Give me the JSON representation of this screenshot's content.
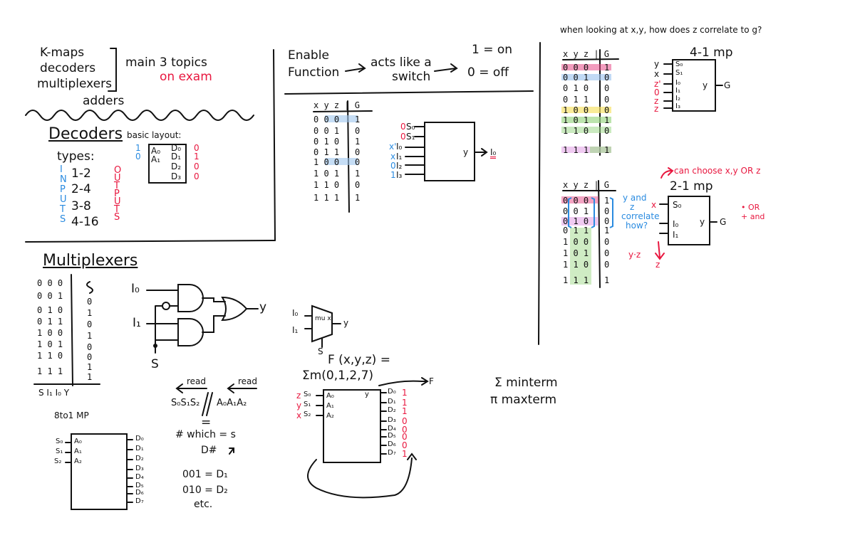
{
  "topics": {
    "items": [
      "K-maps",
      "decoders",
      "multiplexers",
      "adders"
    ],
    "label": "main 3 topics",
    "note": "on exam"
  },
  "decoders": {
    "title": "Decoders",
    "types_label": "types:",
    "types": [
      "1-2",
      "2-4",
      "3-8",
      "4-16"
    ],
    "inputs_word": "INPUTS",
    "outputs_word": "OUTPUTS",
    "layout_label": "basic layout:",
    "inputs": [
      "A₀",
      "A₁"
    ],
    "input_values": [
      "1",
      "0"
    ],
    "outputs": [
      "D₀",
      "D₁",
      "D₂",
      "D₃"
    ],
    "output_values": [
      "0",
      "1",
      "0",
      "0"
    ]
  },
  "enable": {
    "title_1": "Enable",
    "title_2": "Function",
    "acts_1": "acts like a",
    "acts_2": "switch",
    "on": "1 = on",
    "off": "0 = off",
    "table_header": "x y z | G",
    "rows": [
      "0 0 0",
      "0 0 1",
      "0 1 0",
      "0 1 1",
      "1 0 0",
      "1 0 1",
      "1 1 0",
      "1 1 1"
    ],
    "g": [
      "1",
      "0",
      "1",
      "0",
      "0",
      "1",
      "0",
      "1"
    ],
    "mux_select": [
      "S₀",
      "S₁"
    ],
    "mux_select_values": [
      "0",
      "0"
    ],
    "mux_inputs": [
      "I₀",
      "I₁",
      "I₂",
      "I₃"
    ],
    "mux_input_values": [
      "x'",
      "x",
      "0",
      "1"
    ],
    "mux_output": "y",
    "result": "I₀"
  },
  "correlate": {
    "question": "when looking at x,y, how does z correlate to g?",
    "table_header": "x y z | G",
    "rows": [
      "0 0 0",
      "0 0 1",
      "0 1 0",
      "0 1 1",
      "1 0 0",
      "1 0 1",
      "1 1 0",
      "1 1 1"
    ],
    "g": [
      "1",
      "0",
      "0",
      "0",
      "0",
      "1",
      "0",
      "1"
    ],
    "mux_title": "4-1 mp",
    "mux_select": [
      "S₀",
      "S₁"
    ],
    "mux_select_vars": [
      "y",
      "x"
    ],
    "mux_inputs": [
      "I₀",
      "I₁",
      "I₂",
      "I₃"
    ],
    "mux_input_values": [
      "z'",
      "0",
      "z",
      "z"
    ],
    "mux_output": "y",
    "mux_g": "G"
  },
  "two_one": {
    "table_header": "x y z | G",
    "rows": [
      "0 0 0",
      "0 0 1",
      "0 1 0",
      "0 1 1",
      "1 0 0",
      "1 0 1",
      "1 1 0",
      "1 1 1"
    ],
    "g": [
      "1",
      "0",
      "0",
      "1",
      "0",
      "0",
      "0",
      "1"
    ],
    "note_1": "y and",
    "note_2": "z",
    "note_3": "correlate",
    "note_4": "how?",
    "choose": "can choose x,y OR z",
    "mux_title": "2-1 mp",
    "select_var": "x",
    "mux_select": "S₀",
    "mux_inputs": [
      "I₀",
      "I₁"
    ],
    "mux_output": "y",
    "mux_g": "G",
    "or_note": "• OR",
    "and_note": "+ and",
    "yz": "y·z",
    "z": "z"
  },
  "multiplexers": {
    "title": "Multiplexers",
    "rows": [
      "0 0 0",
      "0 0 1",
      "0 1 0",
      "0 1 1",
      "1 0 0",
      "1 0 1",
      "1 1 0",
      "1 1 1"
    ],
    "y": [
      "0",
      "1",
      "0",
      "1",
      "0",
      "0",
      "1",
      "1"
    ],
    "footer": "S I₁ I₀   Y",
    "gate_inputs": [
      "I₀",
      "I₁"
    ],
    "gate_select": "S",
    "gate_output": "y",
    "mux_inputs": [
      "I₀",
      "I₁"
    ],
    "mux_label": "mu x",
    "mux_output": "y",
    "mux_select": "S"
  },
  "eight_one": {
    "title": "8to1 MP",
    "selects": [
      "S₀",
      "S₁",
      "S₂"
    ],
    "inputs": [
      "A₀",
      "A₁",
      "A₂"
    ],
    "outputs": [
      "D₀",
      "D₁",
      "D₂",
      "D₃",
      "D₄",
      "D₅",
      "D₆",
      "D₇"
    ]
  },
  "read": {
    "read_left": "read",
    "read_right": "read",
    "eq_left": "S₀S₁S₂",
    "eq_right": "A₀A₁A₂",
    "equals": "=",
    "which": "# which = s",
    "d_hash": "D#",
    "ex1": "001 = D₁",
    "ex2": "010 = D₂",
    "etc": "etc."
  },
  "func": {
    "title_1": "F (x,y,z) =",
    "title_2": "Σm(0,1,2,7)",
    "select_vars": [
      "z",
      "y",
      "x"
    ],
    "selects": [
      "S₀",
      "S₁",
      "S₂"
    ],
    "inputs": [
      "A₀",
      "A₁",
      "A₂"
    ],
    "outputs": [
      "D₀",
      "D₁",
      "D₂",
      "D₃",
      "D₄",
      "D₅",
      "D₆",
      "D₇"
    ],
    "output_values": [
      "1",
      "1",
      "1",
      "0",
      "0",
      "0",
      "0",
      "1"
    ],
    "out_y": "y",
    "out_f": "F"
  },
  "terms": {
    "sigma": "Σ minterm",
    "pi": "π maxterm"
  }
}
